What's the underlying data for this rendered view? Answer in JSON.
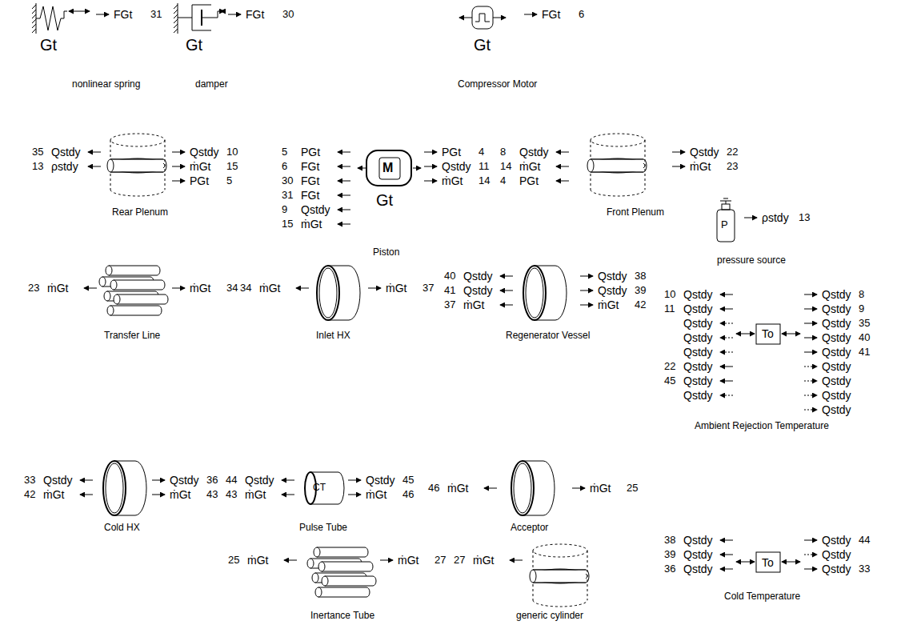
{
  "diagram": {
    "nodes": [
      {
        "text": [
          "Gt",
          "nonlinear spring"
        ]
      },
      {
        "text": [
          "Gt",
          "damper"
        ]
      },
      {
        "text": [
          "Gt",
          "Compressor Motor"
        ]
      },
      {
        "text": [
          "Rear Plenum"
        ]
      },
      {
        "text": [
          "M",
          "Gt",
          "Piston"
        ]
      },
      {
        "text": [
          "Front Plenum"
        ]
      },
      {
        "text": [
          "P",
          "pressure source"
        ]
      },
      {
        "text": [
          "Transfer Line"
        ]
      },
      {
        "text": [
          "Inlet HX"
        ]
      },
      {
        "text": [
          "Regenerator Vessel"
        ]
      },
      {
        "text": [
          "To",
          "Ambient Rejection Temperature"
        ]
      },
      {
        "text": [
          "Cold HX"
        ]
      },
      {
        "text": [
          "CT",
          "Pulse Tube"
        ]
      },
      {
        "text": [
          "Acceptor"
        ]
      },
      {
        "text": [
          "Inertance Tube"
        ]
      },
      {
        "text": [
          "generic cylinder"
        ]
      },
      {
        "text": [
          "To",
          "Cold Temperature"
        ]
      }
    ],
    "labels": [
      "FGt",
      "31",
      "FGt",
      "30",
      "FGt",
      "6",
      "35",
      "Qstdy",
      "13",
      "ρstdy",
      "Qstdy",
      "10",
      "ṁGt",
      "15",
      "PGt",
      "5",
      "5",
      "PGt",
      "6",
      "FGt",
      "30",
      "FGt",
      "31",
      "FGt",
      "9",
      "Qstdy",
      "15",
      "ṁGt",
      "PGt",
      "4",
      "Qstdy",
      "11",
      "ṁGt",
      "14",
      "8",
      "Qstdy",
      "14",
      "ṁGt",
      "4",
      "PGt",
      "Qstdy",
      "22",
      "ṁGt",
      "23",
      "ρstdy",
      "13",
      "23",
      "ṁGt",
      "ṁGt",
      "34",
      "34",
      "ṁGt",
      "ṁGt",
      "37",
      "40",
      "Qstdy",
      "41",
      "Qstdy",
      "37",
      "ṁGt",
      "Qstdy",
      "38",
      "Qstdy",
      "39",
      "ṁGt",
      "42",
      "10",
      "Qstdy",
      "11",
      "Qstdy",
      "Qstdy",
      "Qstdy",
      "Qstdy",
      "22",
      "Qstdy",
      "45",
      "Qstdy",
      "Qstdy",
      "Qstdy",
      "8",
      "Qstdy",
      "9",
      "Qstdy",
      "35",
      "Qstdy",
      "40",
      "Qstdy",
      "41",
      "Qstdy",
      "Qstdy",
      "Qstdy",
      "Qstdy",
      "33",
      "Qstdy",
      "42",
      "ṁGt",
      "Qstdy",
      "36",
      "ṁGt",
      "43",
      "44",
      "Qstdy",
      "43",
      "ṁGt",
      "Qstdy",
      "45",
      "ṁGt",
      "46",
      "46",
      "ṁGt",
      "ṁGt",
      "25",
      "25",
      "ṁGt",
      "ṁGt",
      "27",
      "27",
      "ṁGt",
      "38",
      "Qstdy",
      "39",
      "Qstdy",
      "36",
      "Qstdy",
      "Qstdy",
      "44",
      "Qstdy",
      "Qstdy",
      "33"
    ]
  }
}
